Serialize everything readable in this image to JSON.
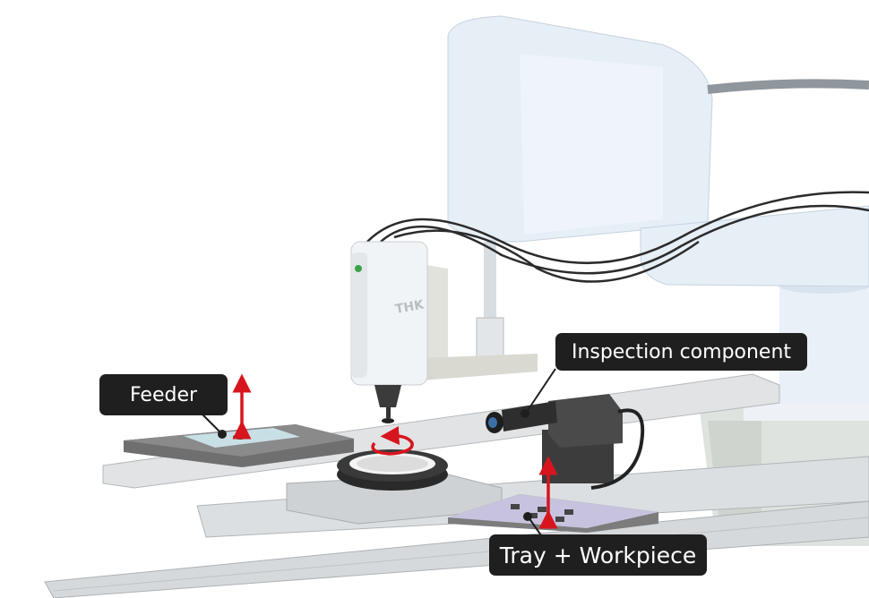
{
  "labels": {
    "feeder": "Feeder",
    "inspection": "Inspection component",
    "tray": "Tray + Workpiece"
  },
  "brand_mark": "THK",
  "colors": {
    "robot_body": "#e6eef6",
    "rail": "#d6d8da",
    "arrow": "#d7151e",
    "callout_bg": "#1f1f1f"
  }
}
